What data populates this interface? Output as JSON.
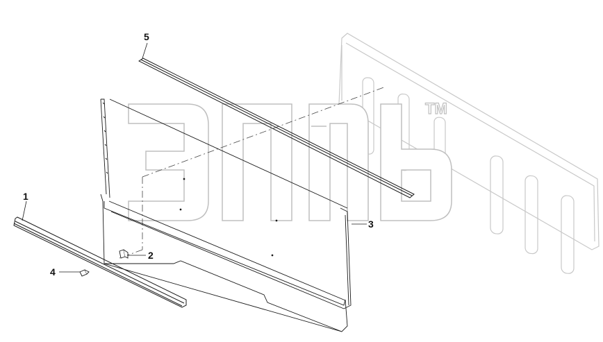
{
  "callouts": {
    "item1": "1",
    "item2": "2",
    "item3": "3",
    "item4": "4",
    "item5": "5"
  },
  "watermark": {
    "trademark": "TM"
  },
  "colors": {
    "line": "#1a1a1a",
    "watermark_stroke": "#bfbfbf",
    "ghost_panel": "#c8c8c8"
  }
}
